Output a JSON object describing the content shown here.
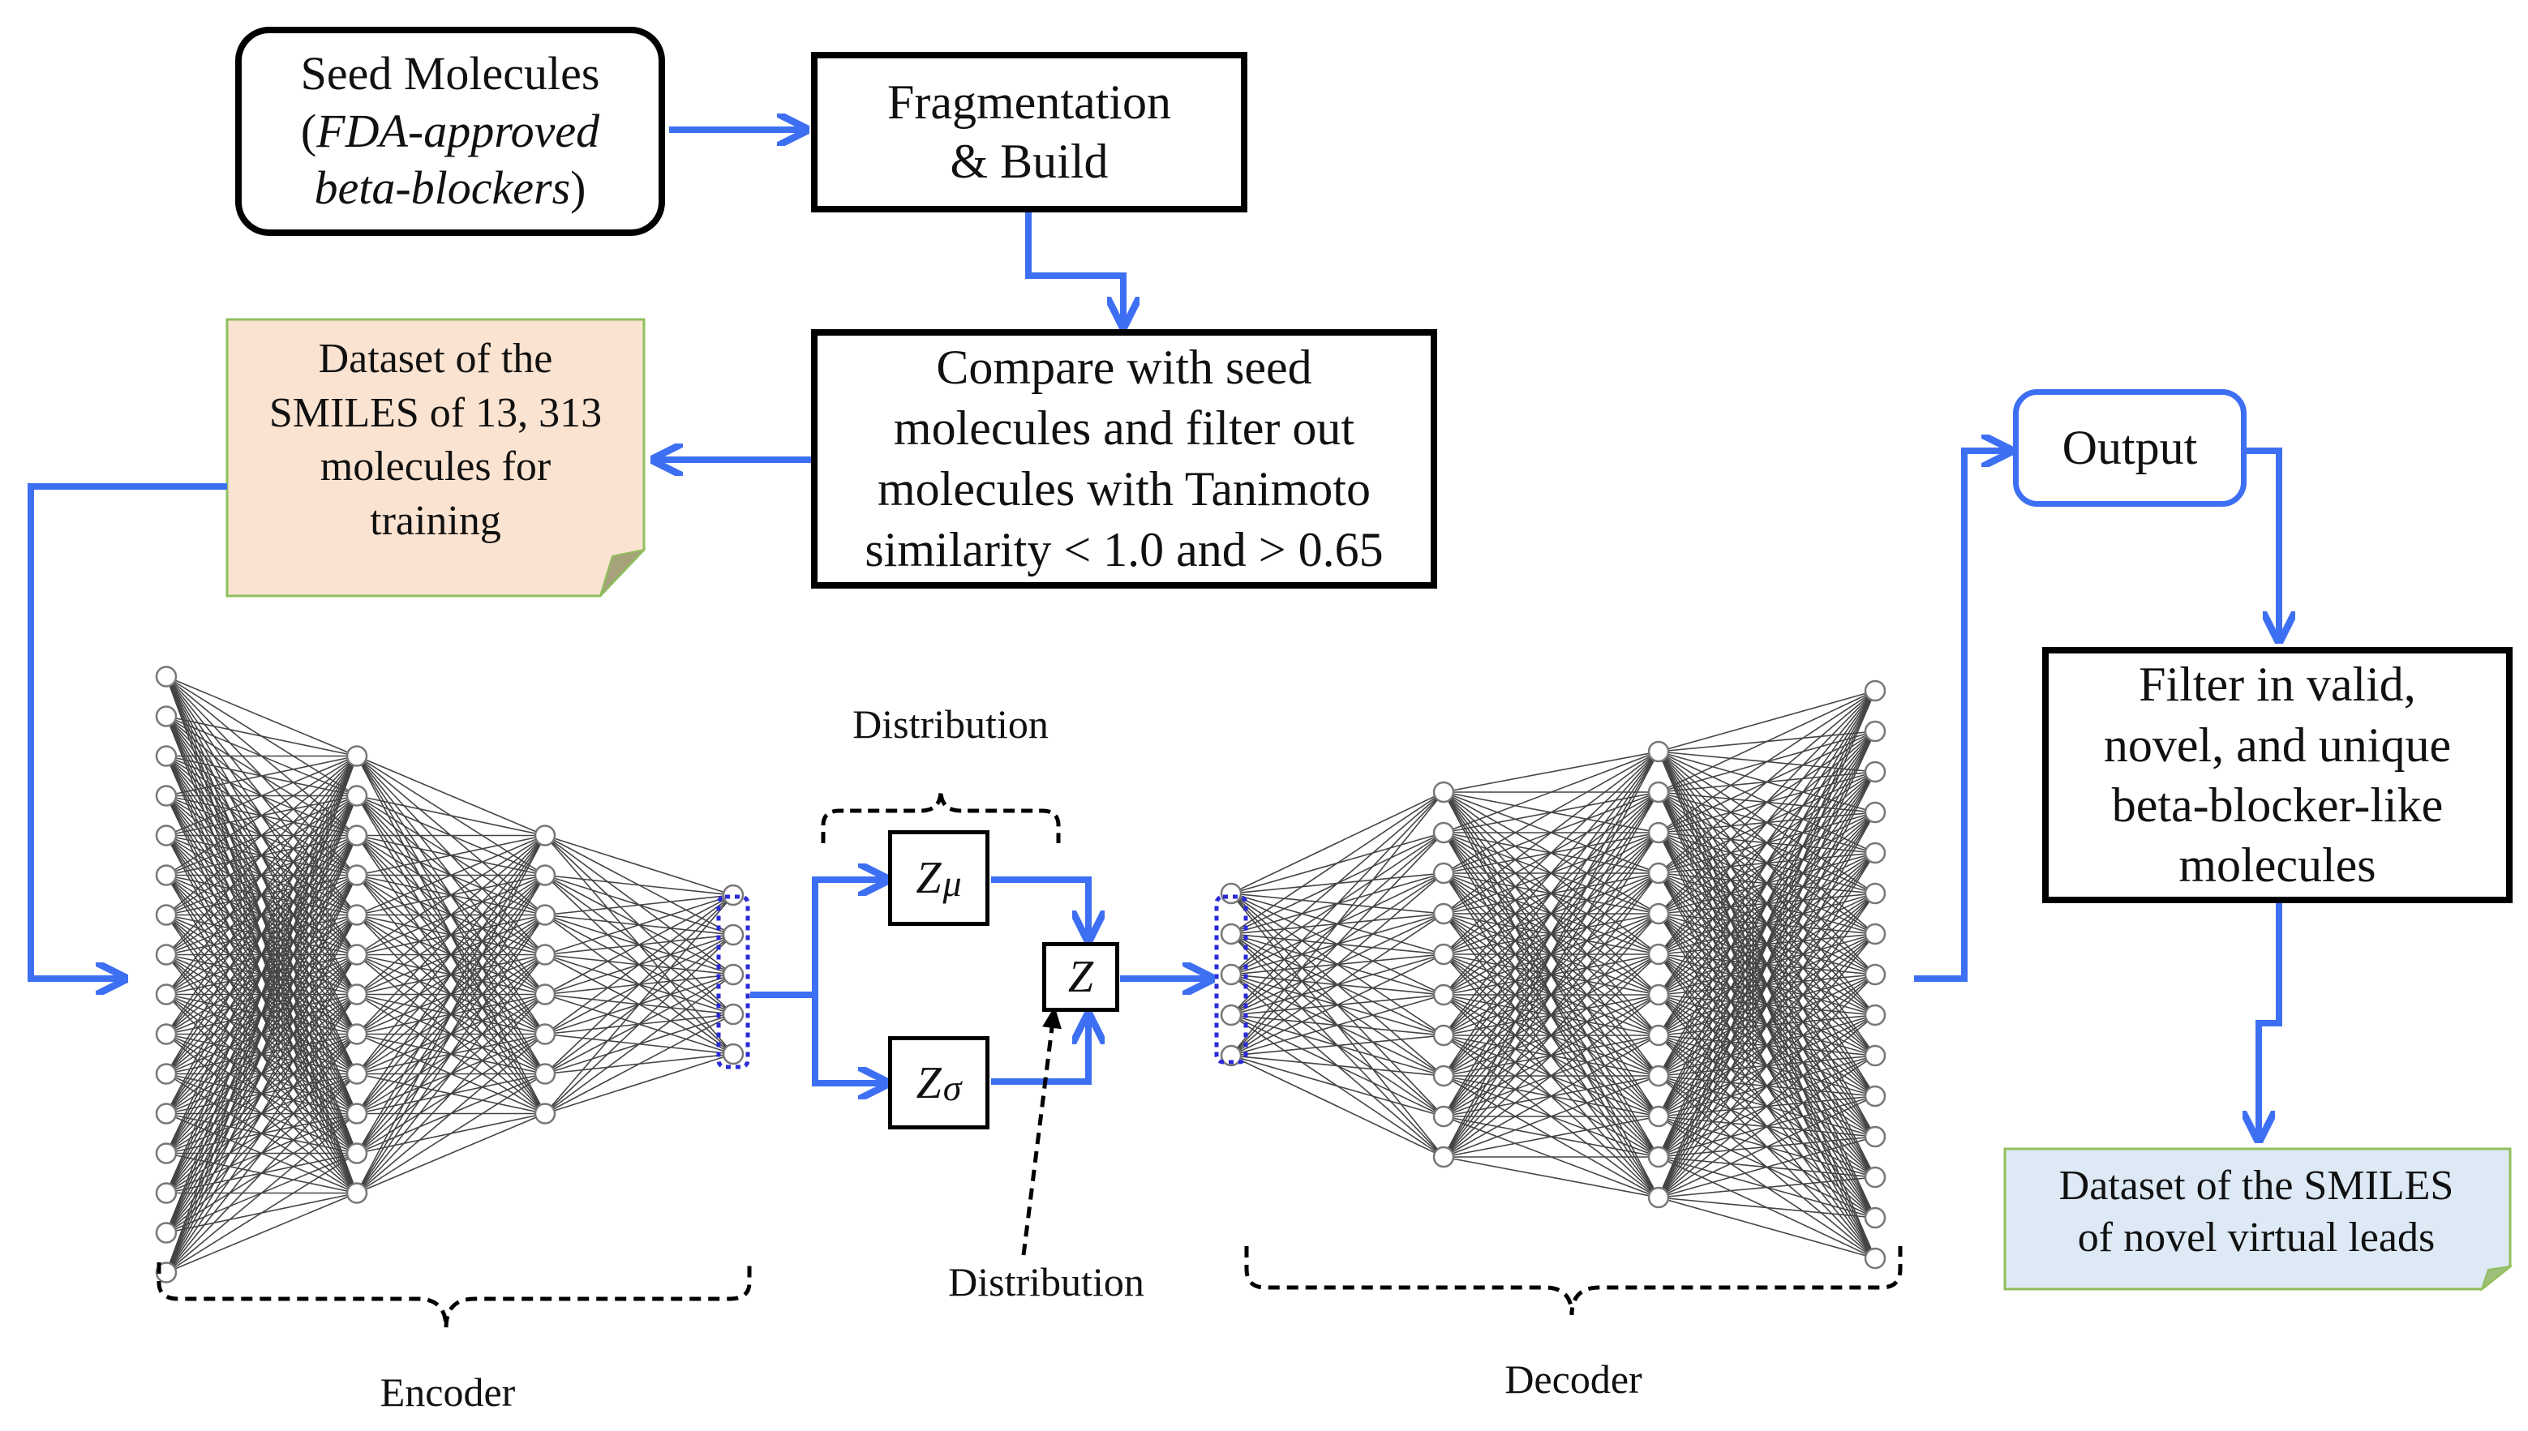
{
  "seed": {
    "title": "Seed Molecules",
    "paren_open": "(",
    "italic_line1": "FDA-approved",
    "italic_line2": "beta-blockers",
    "paren_close": ")"
  },
  "fragment": {
    "line1": "Fragmentation",
    "line2": "& Build"
  },
  "compare": {
    "line1": "Compare with seed",
    "line2": "molecules and filter out",
    "line3": "molecules with Tanimoto",
    "line4": "similarity < 1.0 and > 0.65"
  },
  "training_dataset": {
    "line1": "Dataset of the",
    "line2": "SMILES of 13, 313",
    "line3": "molecules for",
    "line4": "training"
  },
  "distribution_top": "Distribution",
  "distribution_bottom": "Distribution",
  "z_mu": {
    "symbol": "Z",
    "sub": "μ"
  },
  "z_sigma": {
    "symbol": "Z",
    "sub": "σ"
  },
  "z": "Z",
  "encoder_label": "Encoder",
  "decoder_label": "Decoder",
  "output_label": "Output",
  "filter": {
    "line1": "Filter in valid,",
    "line2": "novel, and unique",
    "line3": "beta-blocker-like",
    "line4": "molecules"
  },
  "novel_dataset": {
    "line1": "Dataset of the SMILES",
    "line2": "of novel virtual leads"
  },
  "colors": {
    "arrow": "#3d6ff2",
    "training_note": "#fae3d1",
    "training_note_border": "#8fbf5a",
    "novel_note": "#dde9f5",
    "novel_note_border": "#8fbf5a",
    "network_edge": "#444444",
    "latent_dots": "#2a2ad6"
  },
  "network": {
    "encoder_layer_sizes": [
      16,
      12,
      8,
      5
    ],
    "decoder_layer_sizes": [
      5,
      10,
      12,
      15
    ]
  }
}
